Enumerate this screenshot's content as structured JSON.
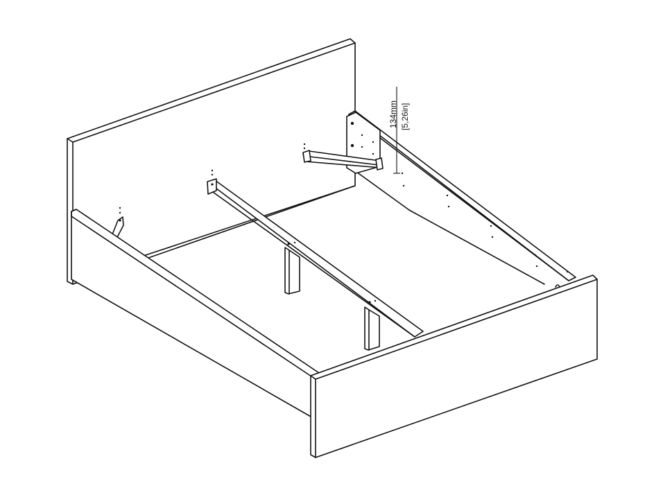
{
  "diagram": {
    "subject": "Bed frame assembly (isometric line drawing)",
    "parts": [
      {
        "name": "headboard",
        "label": ""
      },
      {
        "name": "left-side-rail",
        "label": ""
      },
      {
        "name": "right-side-rail",
        "label": ""
      },
      {
        "name": "footboard",
        "label": ""
      },
      {
        "name": "center-beam",
        "label": ""
      },
      {
        "name": "center-support-legs",
        "label": ""
      },
      {
        "name": "metal-brackets",
        "label": ""
      }
    ],
    "dimension": {
      "metric": "134mm",
      "imperial": "[5,26in]"
    },
    "colors": {
      "line": "#111111",
      "background": "#ffffff"
    }
  }
}
